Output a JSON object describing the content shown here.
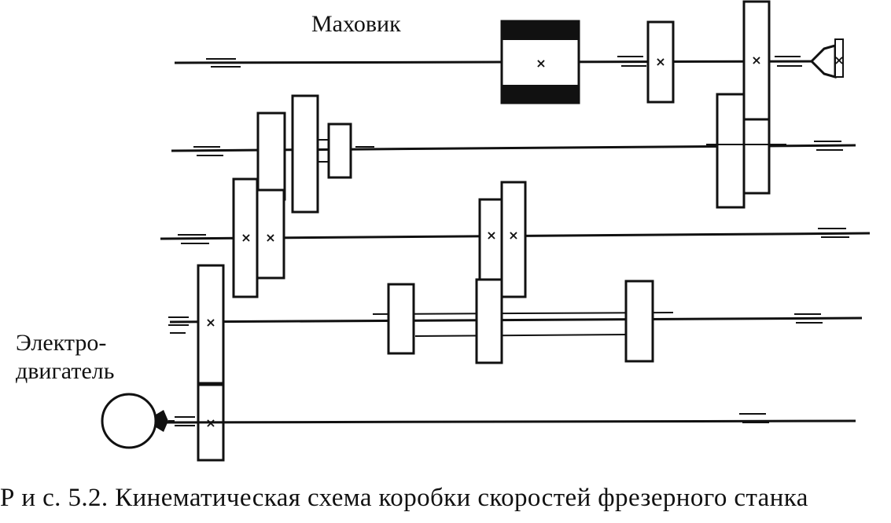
{
  "labels": {
    "flywheel": "Маховик",
    "motor_line1": "Электро-",
    "motor_line2": "двигатель"
  },
  "caption": "Р и с.  5.2. Кинематическая схема коробки скоростей фрезерного станка",
  "glyphs": {
    "fixed_mark": "×"
  }
}
